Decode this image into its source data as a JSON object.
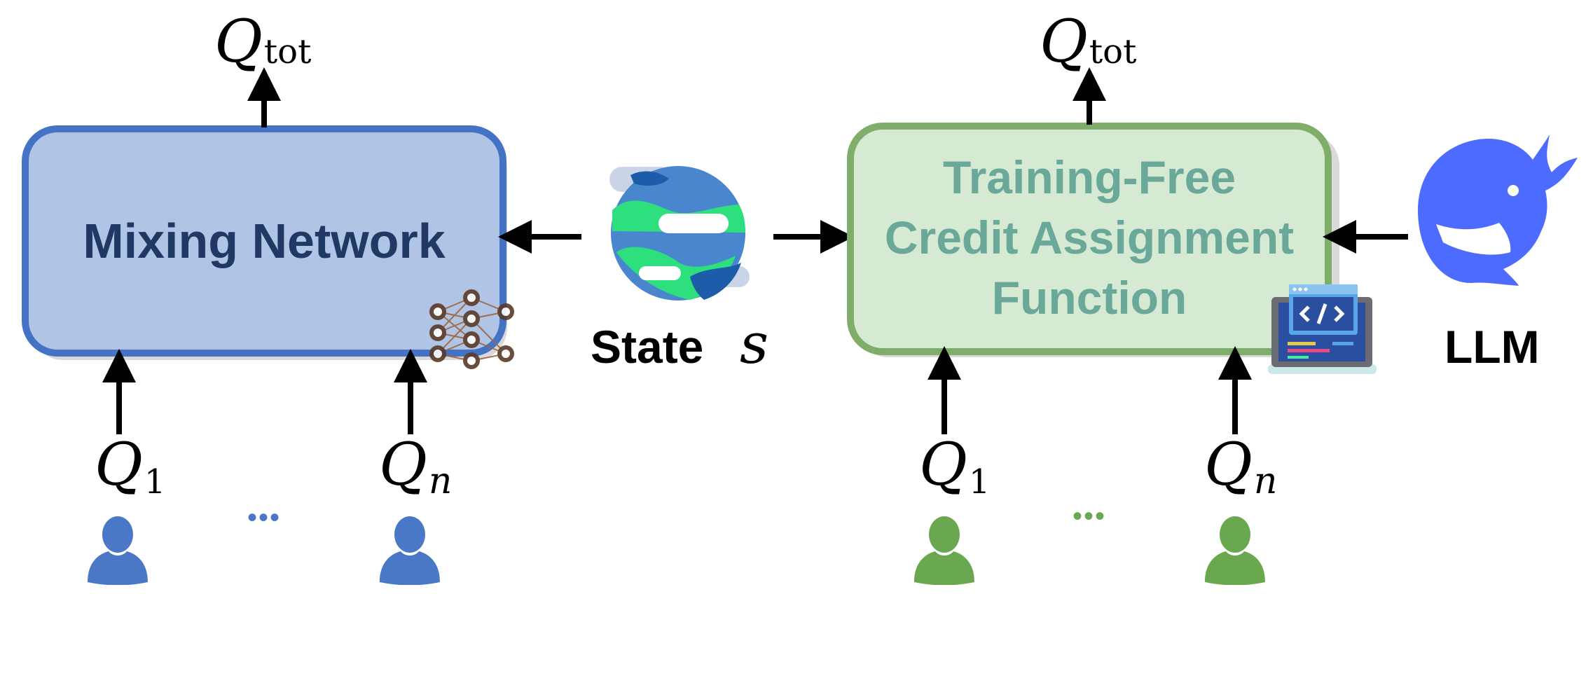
{
  "colors": {
    "blue_fill": "#b0c5e6",
    "blue_stroke": "#4472c4",
    "blue_text": "#1f3864",
    "green_fill": "#d6e9d2",
    "green_stroke": "#7fae6a",
    "green_text": "#6aa89a",
    "agent_blue": "#4a78c6",
    "agent_green": "#6aa84f",
    "arrow": "#000000",
    "whale": "#4d6bfe"
  },
  "left": {
    "box_title": "Mixing Network",
    "output": {
      "symbol": "Q",
      "subscript": "tot"
    },
    "input_first": {
      "symbol": "Q",
      "subscript": "1"
    },
    "input_last": {
      "symbol": "Q",
      "subscript": "n"
    },
    "ellipsis": "•••",
    "icons": [
      "neural-network-icon",
      "agent-icon"
    ]
  },
  "center": {
    "state_label": "State",
    "state_symbol": "s",
    "icon": "planet-icon"
  },
  "right": {
    "box_title_lines": [
      "Training-Free",
      "Credit Assignment",
      "Function"
    ],
    "output": {
      "symbol": "Q",
      "subscript": "tot"
    },
    "input_first": {
      "symbol": "Q",
      "subscript": "1"
    },
    "input_last": {
      "symbol": "Q",
      "subscript": "n"
    },
    "ellipsis": "•••",
    "icons": [
      "code-laptop-icon",
      "agent-icon"
    ]
  },
  "llm": {
    "label": "LLM",
    "icon": "whale-icon"
  }
}
